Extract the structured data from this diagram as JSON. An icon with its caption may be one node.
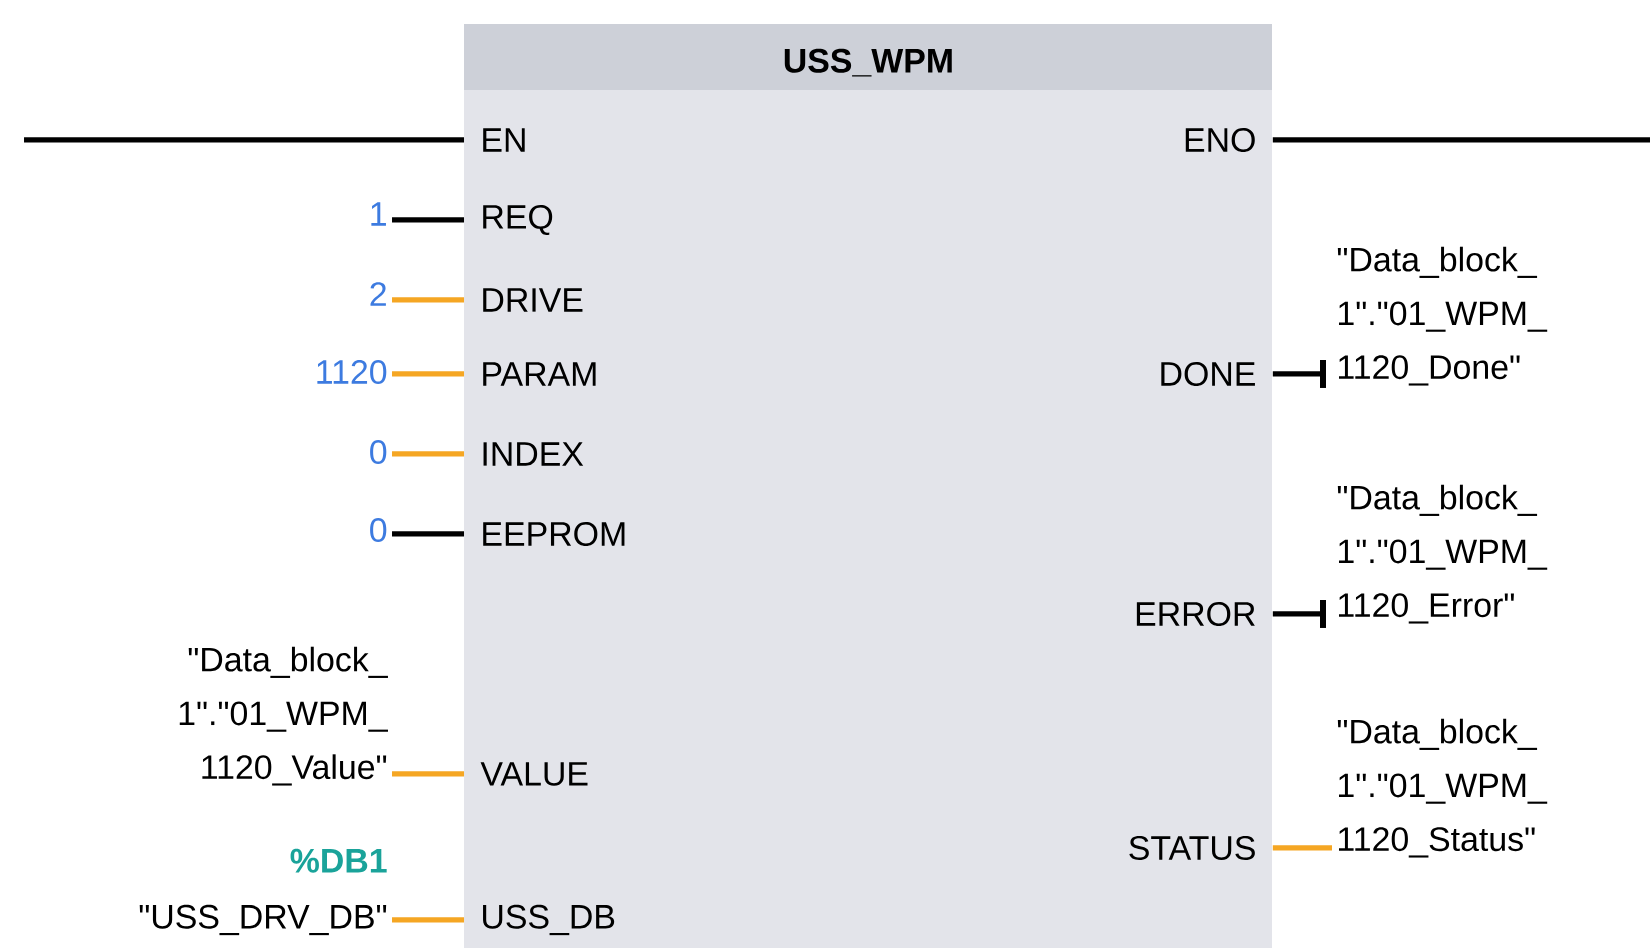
{
  "diagram": {
    "nodes": [
      {
        "text": [
          "USS_WPM"
        ]
      },
      {
        "text": [
          "EN"
        ],
        "in": 0
      },
      {
        "text": [
          "REQ"
        ],
        "in": 0
      },
      {
        "text": [
          "DRIVE"
        ],
        "in": 0
      },
      {
        "text": [
          "PARAM"
        ],
        "in": 0
      },
      {
        "text": [
          "INDEX"
        ],
        "in": 0
      },
      {
        "text": [
          "EEPROM"
        ],
        "in": 0
      },
      {
        "text": [
          "VALUE"
        ],
        "in": 0
      },
      {
        "text": [
          "USS_DB"
        ],
        "in": 0
      },
      {
        "text": [
          "ENO"
        ],
        "in": 0
      },
      {
        "text": [
          "DONE"
        ],
        "in": 0
      },
      {
        "text": [
          "ERROR"
        ],
        "in": 0
      },
      {
        "text": [
          "STATUS"
        ],
        "in": 0
      },
      {
        "text": [
          "1"
        ]
      },
      {
        "text": [
          "2"
        ]
      },
      {
        "text": [
          "1120"
        ]
      },
      {
        "text": [
          "0"
        ]
      },
      {
        "text": [
          "0"
        ]
      },
      {
        "text": [
          "\"Data_block_ 1\".\"01_WPM_ 1120_Value\""
        ]
      },
      {
        "text": [
          "\"USS_DRV_DB\""
        ],
        "beside": [
          "%DB1"
        ]
      },
      {
        "text": [
          "\"Data_block_ 1\".\"01_WPM_ 1120_Done\""
        ]
      },
      {
        "text": [
          "\"Data_block_ 1\".\"01_WPM_ 1120_Error\""
        ]
      },
      {
        "text": [
          "\"Data_block_ 1\".\"01_WPM_ 1120_Status\""
        ]
      }
    ],
    "edges": [
      {
        "from": null,
        "to": 1,
        "arrow": "none"
      },
      {
        "from": 13,
        "to": 2,
        "arrow": "none"
      },
      {
        "from": 14,
        "to": 3,
        "arrow": "none",
        "color": "#f5a623"
      },
      {
        "from": 15,
        "to": 4,
        "arrow": "none",
        "color": "#f5a623"
      },
      {
        "from": 16,
        "to": 5,
        "arrow": "none",
        "color": "#f5a623"
      },
      {
        "from": 17,
        "to": 6,
        "arrow": "none"
      },
      {
        "from": 18,
        "to": 7,
        "arrow": "none",
        "color": "#f5a623"
      },
      {
        "from": 19,
        "to": 8,
        "arrow": "none",
        "color": "#f5a623"
      },
      {
        "from": 9,
        "to": null,
        "arrow": "none"
      },
      {
        "from": 10,
        "to": 20,
        "arrow": "other"
      },
      {
        "from": 11,
        "to": 21,
        "arrow": "other"
      },
      {
        "from": 12,
        "to": 22,
        "arrow": "none",
        "color": "#f5a623"
      }
    ]
  }
}
